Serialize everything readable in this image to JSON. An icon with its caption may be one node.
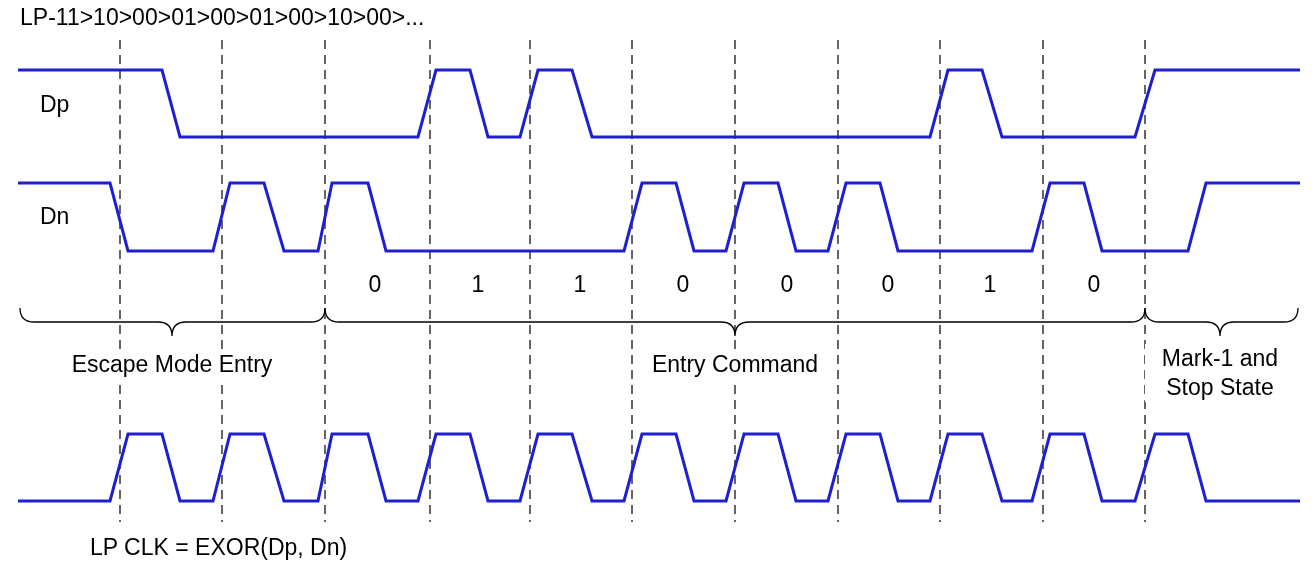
{
  "diagram": {
    "labels": [
      "LP-11>10>00>01>00>01>00>10>00>...",
      "Dp",
      "Dn",
      "0",
      "1",
      "1",
      "0",
      "0",
      "0",
      "1",
      "0",
      "Escape Mode Entry",
      "Entry Command",
      "Mark-1 and Stop State",
      "LP CLK = EXOR(Dp, Dn)"
    ]
  }
}
